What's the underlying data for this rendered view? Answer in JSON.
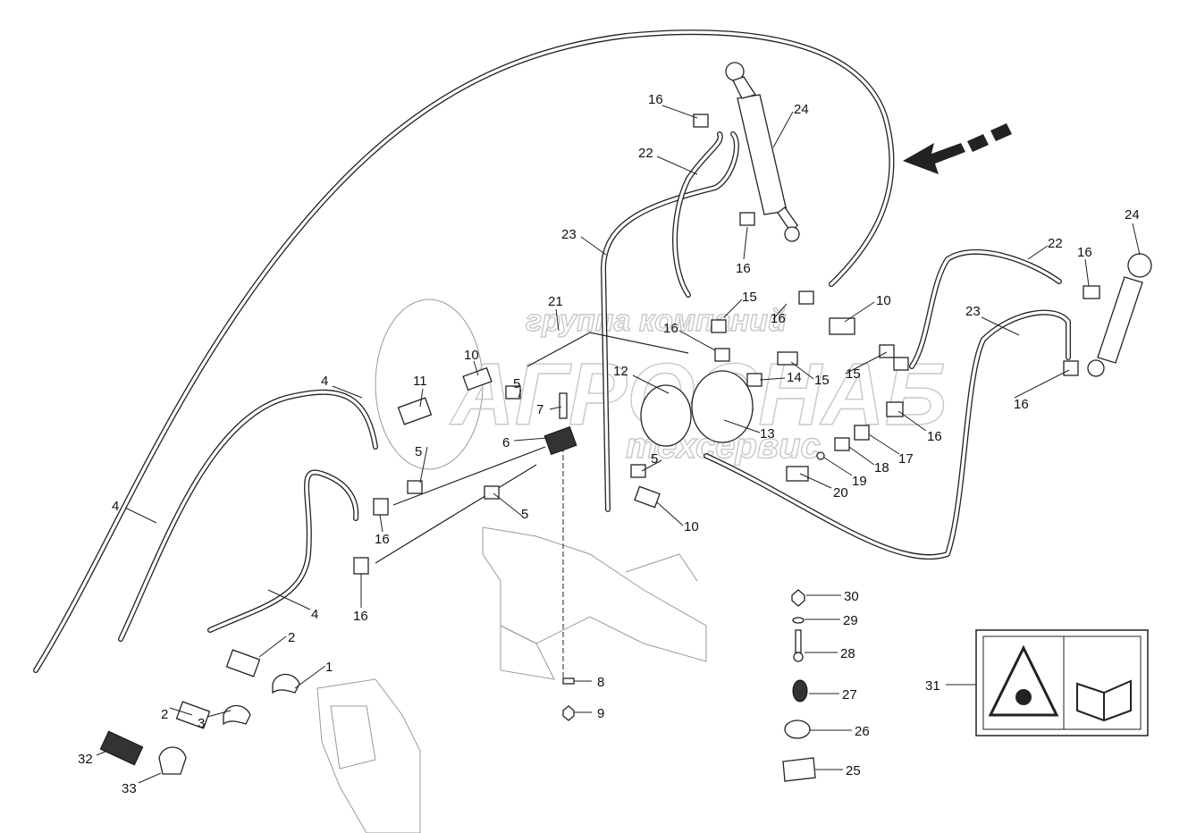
{
  "watermark": {
    "line1": "группа компаний",
    "line2": "АГРОСНАБ",
    "line3": "техсервис"
  },
  "direction_arrow": "travel-direction-arrow",
  "warning_decal": {
    "icons": [
      "explosion-warning-icon",
      "read-manual-icon"
    ]
  },
  "callouts": [
    "1",
    "2",
    "2",
    "3",
    "4",
    "4",
    "4",
    "5",
    "5",
    "5",
    "5",
    "6",
    "7",
    "8",
    "9",
    "10",
    "10",
    "10",
    "11",
    "12",
    "13",
    "14",
    "15",
    "15",
    "15",
    "16",
    "16",
    "16",
    "16",
    "16",
    "16",
    "16",
    "16",
    "16",
    "17",
    "18",
    "19",
    "20",
    "21",
    "22",
    "22",
    "23",
    "23",
    "24",
    "24",
    "25",
    "26",
    "27",
    "28",
    "29",
    "30",
    "31",
    "32",
    "33"
  ]
}
